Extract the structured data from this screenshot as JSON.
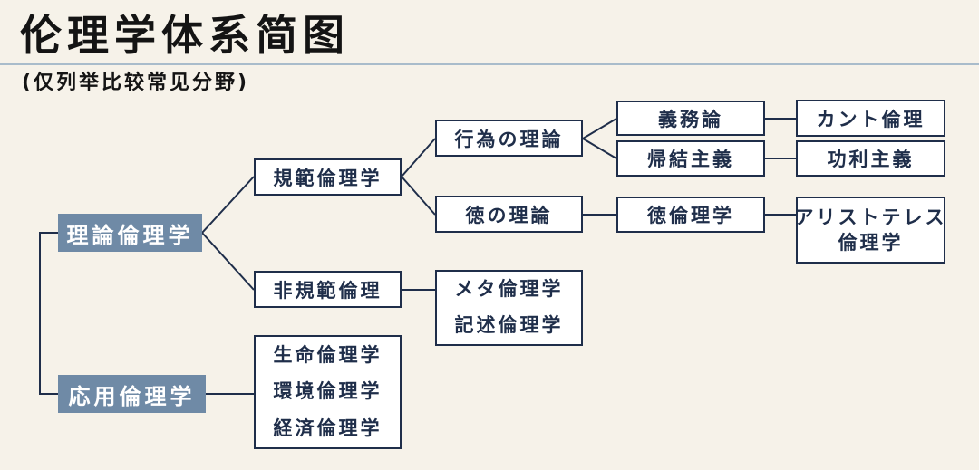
{
  "title": "伦理学体系简图",
  "subtitle": "(仅列举比较常见分野)",
  "nodes": {
    "theoretical": "理論倫理学",
    "applied": "応用倫理学",
    "normative": "規範倫理学",
    "non_normative": "非規範倫理",
    "theory_of_action": "行為の理論",
    "theory_of_virtue": "徳の理論",
    "deontology": "義務論",
    "consequentialism": "帰結主義",
    "virtue_ethics": "徳倫理学",
    "kantian_ethics": "カント倫理",
    "utilitarianism": "功利主義",
    "aristotelian_line1": "アリストテレス",
    "aristotelian_line2": "倫理学",
    "metaethics": "メタ倫理学",
    "descriptive_ethics": "記述倫理学",
    "bioethics": "生命倫理学",
    "environmental_ethics": "環境倫理学",
    "economic_ethics": "経済倫理学"
  },
  "colors": {
    "line": "#1f2e4a",
    "dark_box": "#6f8aa6",
    "background": "#f6f2e9"
  }
}
